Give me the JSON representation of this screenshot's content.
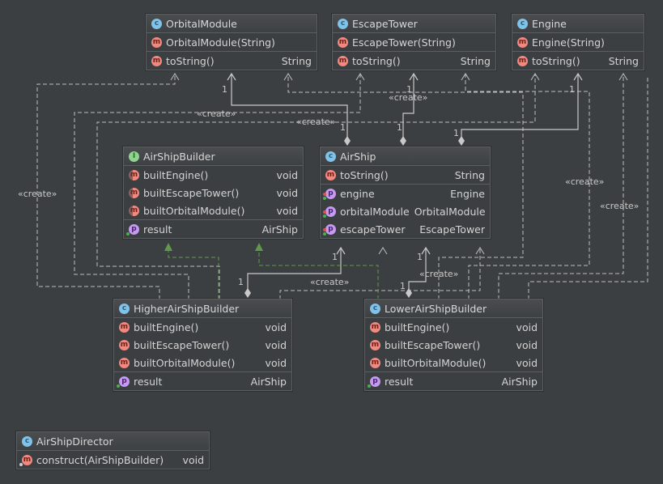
{
  "diagram": {
    "stereotype": "«create»",
    "multiplicity": "1",
    "classes": {
      "orbital_module": {
        "name": "OrbitalModule",
        "kind": "class",
        "icon": "class-icon",
        "constructors": [
          {
            "name": "OrbitalModule(String)",
            "type": ""
          }
        ],
        "methods": [
          {
            "name": "toString()",
            "type": "String"
          }
        ]
      },
      "escape_tower": {
        "name": "EscapeTower",
        "kind": "class",
        "icon": "class-icon",
        "constructors": [
          {
            "name": "EscapeTower(String)",
            "type": ""
          }
        ],
        "methods": [
          {
            "name": "toString()",
            "type": "String"
          }
        ]
      },
      "engine": {
        "name": "Engine",
        "kind": "class",
        "icon": "class-icon",
        "constructors": [
          {
            "name": "Engine(String)",
            "type": ""
          }
        ],
        "methods": [
          {
            "name": "toString()",
            "type": "String"
          }
        ]
      },
      "air_ship_builder": {
        "name": "AirShipBuilder",
        "kind": "interface",
        "icon": "interface-icon",
        "methods": [
          {
            "name": "builtEngine()",
            "type": "void"
          },
          {
            "name": "builtEscapeTower()",
            "type": "void"
          },
          {
            "name": "builtOrbitalModule()",
            "type": "void"
          }
        ],
        "fields": [
          {
            "name": "result",
            "type": "AirShip"
          }
        ]
      },
      "air_ship": {
        "name": "AirShip",
        "kind": "class",
        "icon": "class-icon",
        "methods": [
          {
            "name": "toString()",
            "type": "String"
          }
        ],
        "fields": [
          {
            "name": "engine",
            "type": "Engine"
          },
          {
            "name": "orbitalModule",
            "type": "OrbitalModule"
          },
          {
            "name": "escapeTower",
            "type": "EscapeTower"
          }
        ]
      },
      "higher_air_ship_builder": {
        "name": "HigherAirShipBuilder",
        "kind": "class",
        "icon": "class-icon",
        "methods": [
          {
            "name": "builtEngine()",
            "type": "void"
          },
          {
            "name": "builtEscapeTower()",
            "type": "void"
          },
          {
            "name": "builtOrbitalModule()",
            "type": "void"
          }
        ],
        "fields": [
          {
            "name": "result",
            "type": "AirShip"
          }
        ]
      },
      "lower_air_ship_builder": {
        "name": "LowerAirShipBuilder",
        "kind": "class",
        "icon": "class-icon",
        "methods": [
          {
            "name": "builtEngine()",
            "type": "void"
          },
          {
            "name": "builtEscapeTower()",
            "type": "void"
          },
          {
            "name": "builtOrbitalModule()",
            "type": "void"
          }
        ],
        "fields": [
          {
            "name": "result",
            "type": "AirShip"
          }
        ]
      },
      "air_ship_director": {
        "name": "AirShipDirector",
        "kind": "class",
        "icon": "class-icon",
        "methods": [
          {
            "name": "construct(AirShipBuilder)",
            "type": "void"
          }
        ]
      }
    },
    "relations": [
      {
        "from": "AirShip",
        "to": "OrbitalModule",
        "kind": "composition",
        "multiplicity": "1"
      },
      {
        "from": "AirShip",
        "to": "EscapeTower",
        "kind": "composition",
        "multiplicity": "1"
      },
      {
        "from": "AirShip",
        "to": "Engine",
        "kind": "composition",
        "multiplicity": "1"
      },
      {
        "from": "HigherAirShipBuilder",
        "to": "AirShip",
        "kind": "composition",
        "multiplicity": "1"
      },
      {
        "from": "LowerAirShipBuilder",
        "to": "AirShip",
        "kind": "composition",
        "multiplicity": "1"
      },
      {
        "from": "HigherAirShipBuilder",
        "to": "AirShipBuilder",
        "kind": "realization"
      },
      {
        "from": "LowerAirShipBuilder",
        "to": "AirShipBuilder",
        "kind": "realization"
      },
      {
        "from": "HigherAirShipBuilder",
        "to": "OrbitalModule",
        "kind": "create"
      },
      {
        "from": "HigherAirShipBuilder",
        "to": "EscapeTower",
        "kind": "create"
      },
      {
        "from": "HigherAirShipBuilder",
        "to": "Engine",
        "kind": "create"
      },
      {
        "from": "HigherAirShipBuilder",
        "to": "AirShip",
        "kind": "create"
      },
      {
        "from": "LowerAirShipBuilder",
        "to": "OrbitalModule",
        "kind": "create"
      },
      {
        "from": "LowerAirShipBuilder",
        "to": "EscapeTower",
        "kind": "create"
      },
      {
        "from": "LowerAirShipBuilder",
        "to": "Engine",
        "kind": "create"
      },
      {
        "from": "LowerAirShipBuilder",
        "to": "AirShip",
        "kind": "create"
      }
    ]
  }
}
